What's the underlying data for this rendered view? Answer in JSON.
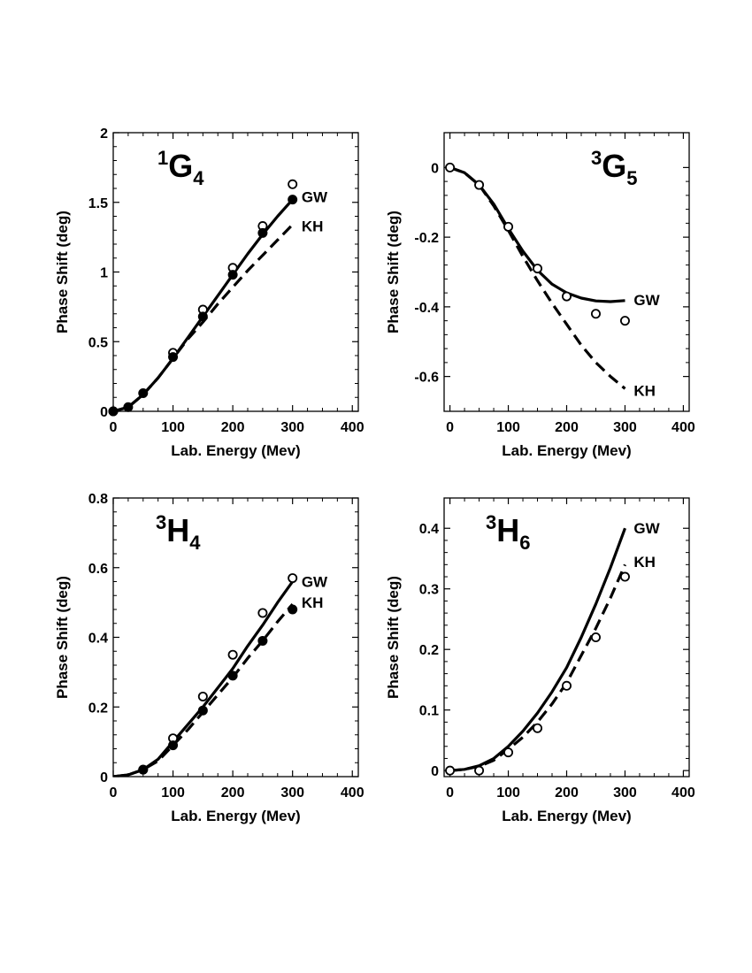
{
  "chart_data": [
    {
      "type": "line",
      "panel_label": {
        "superscript": "1",
        "letter": "G",
        "subscript": "4"
      },
      "xlabel": "Lab. Energy (Mev)",
      "ylabel": "Phase Shift (deg)",
      "xlim": [
        0,
        410
      ],
      "ylim": [
        0,
        2
      ],
      "xticks": [
        0,
        100,
        200,
        300,
        400
      ],
      "yticks": [
        0,
        0.5,
        1,
        1.5,
        2
      ],
      "ytick_labels": [
        "0",
        "0.5",
        "1",
        "1.5",
        "2"
      ],
      "series": [
        {
          "name": "GW",
          "style": "solid",
          "x": [
            0,
            25,
            50,
            75,
            100,
            125,
            150,
            175,
            200,
            225,
            250,
            275,
            300
          ],
          "values": [
            0,
            0.03,
            0.12,
            0.24,
            0.38,
            0.53,
            0.68,
            0.83,
            0.98,
            1.13,
            1.27,
            1.4,
            1.52
          ]
        },
        {
          "name": "KH",
          "style": "dashed",
          "x": [
            0,
            25,
            50,
            75,
            100,
            125,
            150,
            175,
            200,
            225,
            250,
            275,
            300
          ],
          "values": [
            0,
            0.03,
            0.12,
            0.24,
            0.38,
            0.52,
            0.64,
            0.77,
            0.89,
            1.01,
            1.12,
            1.23,
            1.34
          ]
        },
        {
          "marker": "open-circle",
          "x": [
            0,
            100,
            150,
            200,
            250,
            300
          ],
          "values": [
            0,
            0.42,
            0.73,
            1.03,
            1.33,
            1.63
          ]
        },
        {
          "marker": "filled-circle",
          "x": [
            0,
            25,
            50,
            100,
            150,
            200,
            250,
            300
          ],
          "values": [
            0,
            0.03,
            0.13,
            0.39,
            0.68,
            0.98,
            1.28,
            1.52
          ]
        }
      ],
      "curve_labels": [
        {
          "text": "GW",
          "x": 315,
          "y": 1.54
        },
        {
          "text": "KH",
          "x": 315,
          "y": 1.33
        }
      ]
    },
    {
      "type": "line",
      "panel_label": {
        "superscript": "3",
        "letter": "G",
        "subscript": "5"
      },
      "xlabel": "Lab. Energy (Mev)",
      "ylabel": "Phase Shift (deg)",
      "xlim": [
        -10,
        410
      ],
      "ylim": [
        -0.7,
        0.1
      ],
      "xticks": [
        0,
        100,
        200,
        300,
        400
      ],
      "yticks": [
        -0.6,
        -0.4,
        -0.2,
        0
      ],
      "ytick_labels": [
        "-0.6",
        "-0.4",
        "-0.2",
        "0"
      ],
      "series": [
        {
          "name": "GW",
          "style": "solid",
          "x": [
            0,
            25,
            50,
            75,
            100,
            125,
            150,
            175,
            200,
            225,
            250,
            275,
            300
          ],
          "values": [
            0,
            -0.015,
            -0.05,
            -0.105,
            -0.175,
            -0.24,
            -0.295,
            -0.335,
            -0.36,
            -0.375,
            -0.383,
            -0.385,
            -0.382
          ]
        },
        {
          "name": "KH",
          "style": "dashed",
          "x": [
            0,
            25,
            50,
            75,
            100,
            125,
            150,
            175,
            200,
            225,
            250,
            275,
            300
          ],
          "values": [
            0,
            -0.015,
            -0.05,
            -0.11,
            -0.18,
            -0.255,
            -0.325,
            -0.39,
            -0.45,
            -0.51,
            -0.56,
            -0.6,
            -0.635
          ]
        },
        {
          "marker": "open-circle",
          "x": [
            0,
            50,
            100,
            150,
            200,
            250,
            300
          ],
          "values": [
            0,
            -0.05,
            -0.17,
            -0.29,
            -0.37,
            -0.42,
            -0.44
          ]
        }
      ],
      "curve_labels": [
        {
          "text": "GW",
          "x": 315,
          "y": -0.38
        },
        {
          "text": "KH",
          "x": 315,
          "y": -0.64
        }
      ]
    },
    {
      "type": "line",
      "panel_label": {
        "superscript": "3",
        "letter": "H",
        "subscript": "4"
      },
      "xlabel": "Lab. Energy (Mev)",
      "ylabel": "Phase Shift (deg)",
      "xlim": [
        0,
        410
      ],
      "ylim": [
        0,
        0.8
      ],
      "xticks": [
        0,
        100,
        200,
        300,
        400
      ],
      "yticks": [
        0,
        0.2,
        0.4,
        0.6,
        0.8
      ],
      "ytick_labels": [
        "0",
        "0.2",
        "0.4",
        "0.6",
        "0.8"
      ],
      "series": [
        {
          "name": "GW",
          "style": "solid",
          "x": [
            0,
            25,
            50,
            75,
            100,
            125,
            150,
            175,
            200,
            225,
            250,
            275,
            300
          ],
          "values": [
            0,
            0.005,
            0.02,
            0.05,
            0.1,
            0.15,
            0.2,
            0.255,
            0.31,
            0.375,
            0.435,
            0.5,
            0.56
          ]
        },
        {
          "name": "KH",
          "style": "dashed",
          "x": [
            0,
            25,
            50,
            75,
            100,
            125,
            150,
            175,
            200,
            225,
            250,
            275,
            300
          ],
          "values": [
            0,
            0.005,
            0.02,
            0.045,
            0.09,
            0.135,
            0.185,
            0.235,
            0.285,
            0.34,
            0.39,
            0.445,
            0.495
          ]
        },
        {
          "marker": "open-circle",
          "x": [
            50,
            100,
            150,
            200,
            250,
            300
          ],
          "values": [
            0.02,
            0.11,
            0.23,
            0.35,
            0.47,
            0.57
          ]
        },
        {
          "marker": "filled-circle",
          "x": [
            50,
            100,
            150,
            200,
            250,
            300
          ],
          "values": [
            0.02,
            0.09,
            0.19,
            0.29,
            0.39,
            0.48
          ]
        }
      ],
      "curve_labels": [
        {
          "text": "GW",
          "x": 315,
          "y": 0.56
        },
        {
          "text": "KH",
          "x": 315,
          "y": 0.5
        }
      ]
    },
    {
      "type": "line",
      "panel_label": {
        "superscript": "3",
        "letter": "H",
        "subscript": "6"
      },
      "xlabel": "Lab. Energy (Mev)",
      "ylabel": "Phase Shift (deg)",
      "xlim": [
        -10,
        410
      ],
      "ylim": [
        -0.01,
        0.45
      ],
      "xticks": [
        0,
        100,
        200,
        300,
        400
      ],
      "yticks": [
        0,
        0.1,
        0.2,
        0.3,
        0.4
      ],
      "ytick_labels": [
        "0",
        "0.1",
        "0.2",
        "0.3",
        "0.4"
      ],
      "series": [
        {
          "name": "GW",
          "style": "solid",
          "x": [
            0,
            25,
            50,
            75,
            100,
            125,
            150,
            175,
            200,
            225,
            250,
            275,
            300
          ],
          "values": [
            0,
            0.002,
            0.008,
            0.02,
            0.04,
            0.065,
            0.095,
            0.13,
            0.17,
            0.22,
            0.275,
            0.335,
            0.4
          ]
        },
        {
          "name": "KH",
          "style": "dashed",
          "x": [
            0,
            25,
            50,
            75,
            100,
            125,
            150,
            175,
            200,
            225,
            250,
            275,
            300
          ],
          "values": [
            0,
            0.002,
            0.007,
            0.017,
            0.035,
            0.055,
            0.08,
            0.11,
            0.145,
            0.19,
            0.235,
            0.285,
            0.34
          ]
        },
        {
          "marker": "open-circle",
          "x": [
            0,
            50,
            100,
            150,
            200,
            250,
            300
          ],
          "values": [
            0,
            0,
            0.03,
            0.07,
            0.14,
            0.22,
            0.32
          ]
        }
      ],
      "curve_labels": [
        {
          "text": "GW",
          "x": 315,
          "y": 0.4
        },
        {
          "text": "KH",
          "x": 315,
          "y": 0.345
        }
      ]
    }
  ]
}
